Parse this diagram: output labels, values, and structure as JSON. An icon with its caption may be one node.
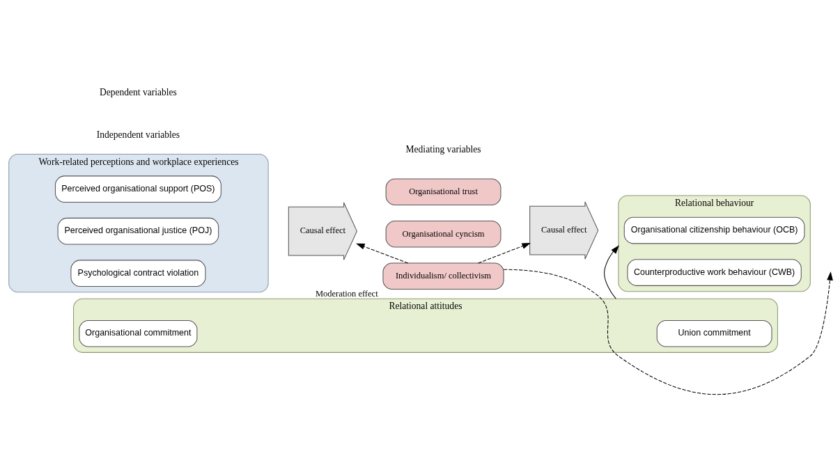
{
  "diagram": {
    "nodes": [
      {
        "text": [
          "Work-related perceptions and workplace experiences"
        ]
      },
      {
        "text": [
          "Perceived organisational support (POS)"
        ],
        "in": 0
      },
      {
        "text": [
          "Perceived organisational justice (POJ)"
        ],
        "in": 0
      },
      {
        "text": [
          "Psychological contract violation"
        ],
        "in": 0
      },
      {
        "text": [
          "Causal effect"
        ]
      },
      {
        "text": [
          "Organisational trust"
        ]
      },
      {
        "text": [
          "Organisational cyncism"
        ]
      },
      {
        "text": [
          "Causal effect"
        ]
      },
      {
        "text": [
          "Relational attitudes"
        ]
      },
      {
        "text": [
          "Organisational commitment"
        ],
        "in": 8
      },
      {
        "text": [
          "Union commitment"
        ],
        "in": 8
      },
      {
        "text": [
          "Relational behaviour"
        ]
      },
      {
        "text": [
          "Organisational citizenship behaviour (OCB)"
        ],
        "in": 11
      },
      {
        "text": [
          "Counterproductive work behaviour (CWB)"
        ],
        "in": 11
      },
      {
        "text": [
          "Individualism/ collectivism"
        ],
        "beside": [
          "Moderation effect"
        ]
      }
    ],
    "edges": [
      {
        "from": 8,
        "to": 11,
        "arrow": "to"
      },
      {
        "from": 14,
        "to": 4,
        "arrow": "to",
        "style": "dashed"
      },
      {
        "from": 14,
        "to": 7,
        "arrow": "to",
        "style": "dashed"
      },
      {
        "from": 14,
        "to": null,
        "arrow": "to",
        "style": "dashed"
      }
    ],
    "labels": [
      "Independent variables",
      "Dependent variables",
      "Mediating variables"
    ]
  }
}
